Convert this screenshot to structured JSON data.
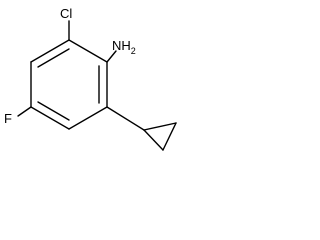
{
  "molecule": {
    "labels": {
      "chlorine": "Cl",
      "amine": "NH",
      "amine_subscript": "2",
      "fluorine": "F"
    },
    "colors": {
      "bond": "#000000",
      "text": "#000000",
      "background": "#ffffff"
    }
  }
}
